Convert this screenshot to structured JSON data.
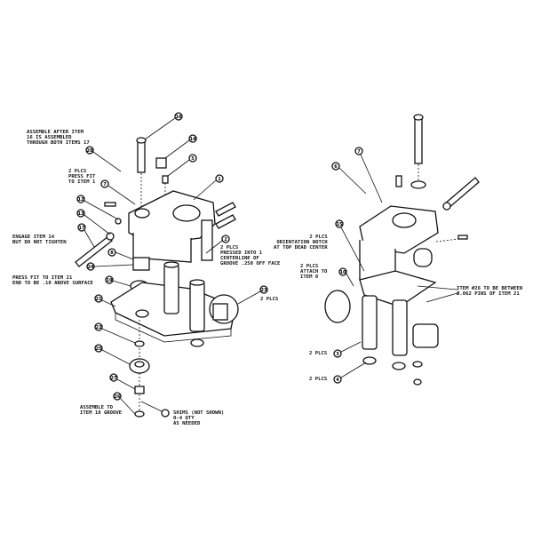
{
  "notes_left": {
    "assemble_after": "ASSEMBLE AFTER ITEM\n16 IS ASSEMBLED\nTHROUGH BOTH ITEMS 17",
    "press_fit_item1": "2 PLCS\nPRESS FIT\nTO ITEM 1",
    "engage_item14": "ENGAGE ITEM 14\nBUT DO NOT TIGHTEN",
    "pressed_into": "2 PLCS\nPRESSED INTO 1\nCENTERLINE OF\nGROOVE .250 OFF FACE",
    "press_fit_item21": "PRESS FIT TO ITEM 21\nEND TO BE .10 ABOVE SURFACE",
    "two_plcs": "2 PLCS",
    "assemble_groove": "ASSEMBLE TO\nITEM 18 GROOVE",
    "shims": "SHIMS (NOT SHOWN)\n0-4 QTY\nAS NEEDED"
  },
  "notes_right": {
    "orientation": "2 PLCS\nORIENTATION NOTCH\nAT TOP DEAD CENTER",
    "attach": "2 PLCS\nATTACH TO\nITEM 8",
    "item26": "ITEM #26 TO BE BETWEEN\nØ.062 PINS OF ITEM 21",
    "two_plcs_a": "2 PLCS",
    "two_plcs_b": "2 PLCS"
  },
  "balloons_left": [
    "16",
    "14",
    "5",
    "20",
    "1",
    "7",
    "12",
    "13",
    "17",
    "8",
    "2",
    "24",
    "19",
    "21",
    "23",
    "22",
    "25",
    "27",
    "26"
  ],
  "balloons_right": [
    "7",
    "6",
    "15",
    "10",
    "3",
    "4"
  ]
}
